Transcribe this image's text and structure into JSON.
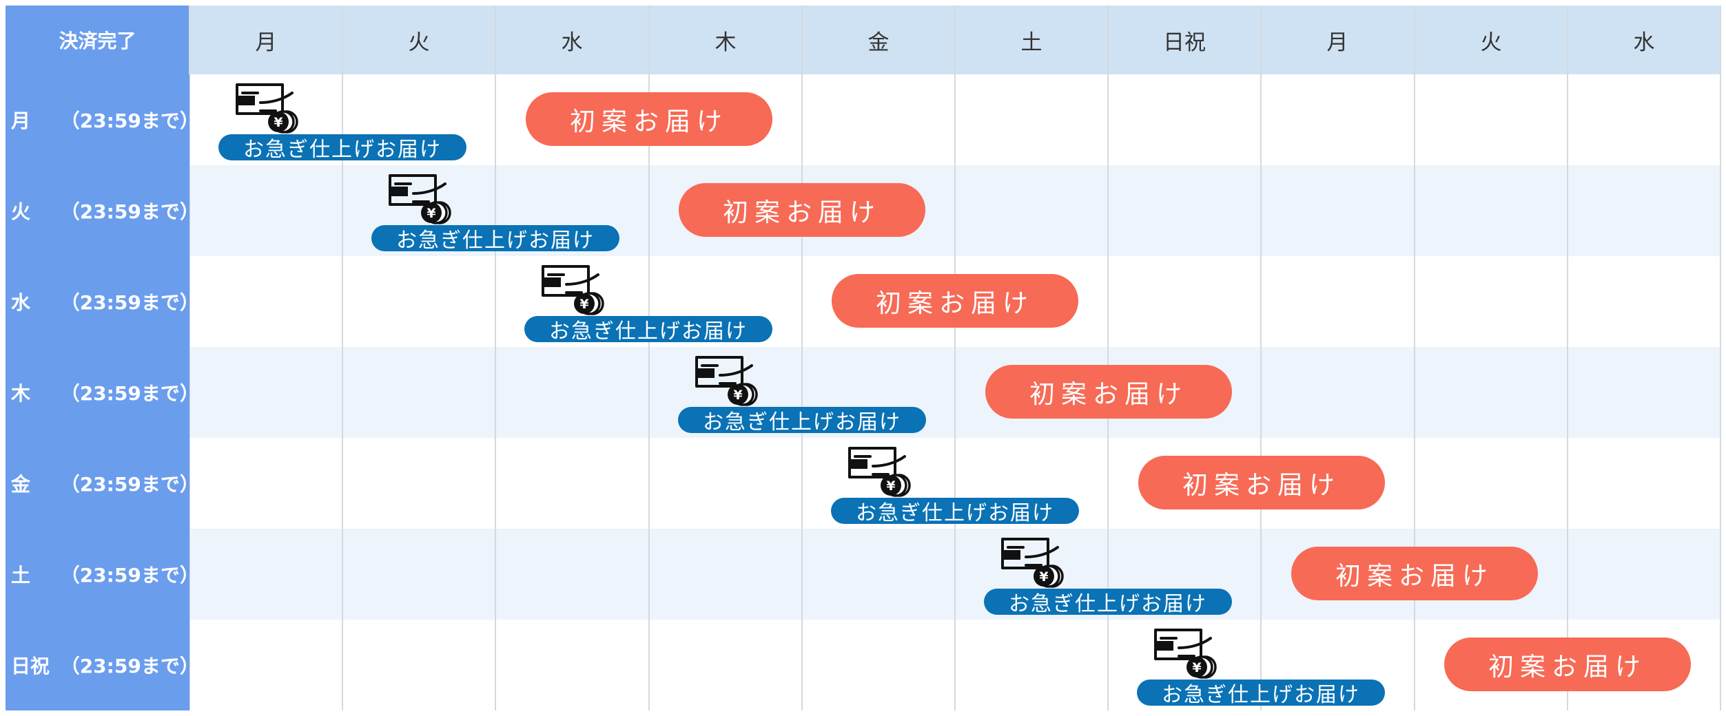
{
  "header": {
    "corner_label": "決済完了",
    "days": [
      "月",
      "火",
      "水",
      "木",
      "金",
      "土",
      "日祝",
      "月",
      "火",
      "水"
    ]
  },
  "rows": [
    {
      "day": "月",
      "deadline": "（23:59まで）",
      "rush_label": "お急ぎ仕上げお届け",
      "draft_label": "初案お届け"
    },
    {
      "day": "火",
      "deadline": "（23:59まで）",
      "rush_label": "お急ぎ仕上げお届け",
      "draft_label": "初案お届け"
    },
    {
      "day": "水",
      "deadline": "（23:59まで）",
      "rush_label": "お急ぎ仕上げお届け",
      "draft_label": "初案お届け"
    },
    {
      "day": "木",
      "deadline": "（23:59まで）",
      "rush_label": "お急ぎ仕上げお届け",
      "draft_label": "初案お届け"
    },
    {
      "day": "金",
      "deadline": "（23:59まで）",
      "rush_label": "お急ぎ仕上げお届け",
      "draft_label": "初案お届け"
    },
    {
      "day": "土",
      "deadline": "（23:59まで）",
      "rush_label": "お急ぎ仕上げお届け",
      "draft_label": "初案お届け"
    },
    {
      "day": "日祝",
      "deadline": "（23:59まで）",
      "rush_label": "お急ぎ仕上げお届け",
      "draft_label": "初案お届け"
    }
  ],
  "icons": {
    "payment": "card-and-yen-coins-icon"
  },
  "colors": {
    "label_column": "#6b9ded",
    "header_band": "#cfe2f3",
    "stripe": "#edf4fb",
    "rush_pill": "#0a72b5",
    "draft_pill": "#f76a55"
  }
}
